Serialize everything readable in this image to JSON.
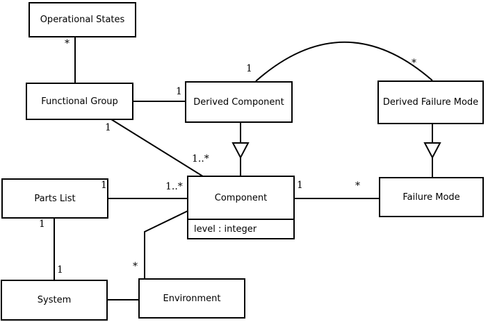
{
  "diagram": {
    "type": "uml-class-diagram",
    "background_color": "#ffffff",
    "line_color": "#000000",
    "classes": [
      {
        "name": "Operational States"
      },
      {
        "name": "Functional Group"
      },
      {
        "name": "Derived Component"
      },
      {
        "name": "Derived Failure Mode"
      },
      {
        "name": "Parts List"
      },
      {
        "name": "Component",
        "attribute": "level : integer"
      },
      {
        "name": "Failure Mode"
      },
      {
        "name": "System"
      },
      {
        "name": "Environment"
      }
    ],
    "edges": [
      {
        "from": "Operational States",
        "to": "Functional Group",
        "type": "association",
        "labels": [
          "*"
        ]
      },
      {
        "from": "Functional Group",
        "to": "Derived Component",
        "type": "association",
        "labels": [
          "1"
        ]
      },
      {
        "from": "Functional Group",
        "to": "Component",
        "type": "association",
        "labels": [
          "1",
          "1..*"
        ]
      },
      {
        "from": "Derived Component",
        "to": "Component",
        "type": "generalization",
        "labels": []
      },
      {
        "from": "Derived Component",
        "to": "Derived Failure Mode",
        "type": "association-arc",
        "labels": [
          "1",
          "*"
        ]
      },
      {
        "from": "Derived Failure Mode",
        "to": "Failure Mode",
        "type": "generalization",
        "labels": []
      },
      {
        "from": "Parts List",
        "to": "Component",
        "type": "association",
        "labels": [
          "1",
          "1..*"
        ]
      },
      {
        "from": "Component",
        "to": "Failure Mode",
        "type": "association",
        "labels": [
          "1",
          "*"
        ]
      },
      {
        "from": "Parts List",
        "to": "System",
        "type": "association",
        "labels": [
          "1",
          "1"
        ]
      },
      {
        "from": "System",
        "to": "Environment",
        "type": "association",
        "labels": []
      },
      {
        "from": "Component",
        "to": "Environment",
        "type": "association",
        "labels": [
          "*"
        ]
      }
    ]
  }
}
